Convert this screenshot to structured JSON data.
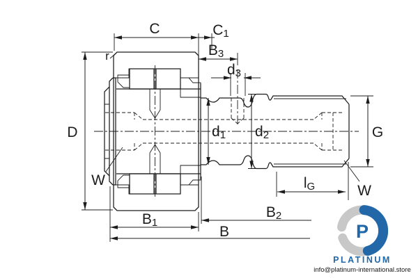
{
  "labels": {
    "c": {
      "main": "C",
      "sub": ""
    },
    "c1": {
      "main": "C",
      "sub": "1"
    },
    "b3": {
      "main": "B",
      "sub": "3"
    },
    "d3": {
      "main": "d",
      "sub": "3"
    },
    "r": {
      "main": "r",
      "sub": ""
    },
    "D": {
      "main": "D",
      "sub": ""
    },
    "w_left": {
      "main": "W",
      "sub": ""
    },
    "d1": {
      "main": "d",
      "sub": "1"
    },
    "d2": {
      "main": "d",
      "sub": "2"
    },
    "G": {
      "main": "G",
      "sub": ""
    },
    "w_right": {
      "main": "W",
      "sub": ""
    },
    "lg": {
      "main": "l",
      "sub": "G"
    },
    "b1": {
      "main": "B",
      "sub": "1"
    },
    "b2": {
      "main": "B",
      "sub": "2"
    },
    "b": {
      "main": "B",
      "sub": ""
    }
  },
  "colors": {
    "line": "#1c1c1c",
    "brand_blue": "#2268a8",
    "swirl_gray": "#c8c8c8",
    "email_text": "#151515"
  },
  "watermark": {
    "logo_letter": "P",
    "brand": "PLATINUM",
    "email": "info@platinum-international.store"
  }
}
